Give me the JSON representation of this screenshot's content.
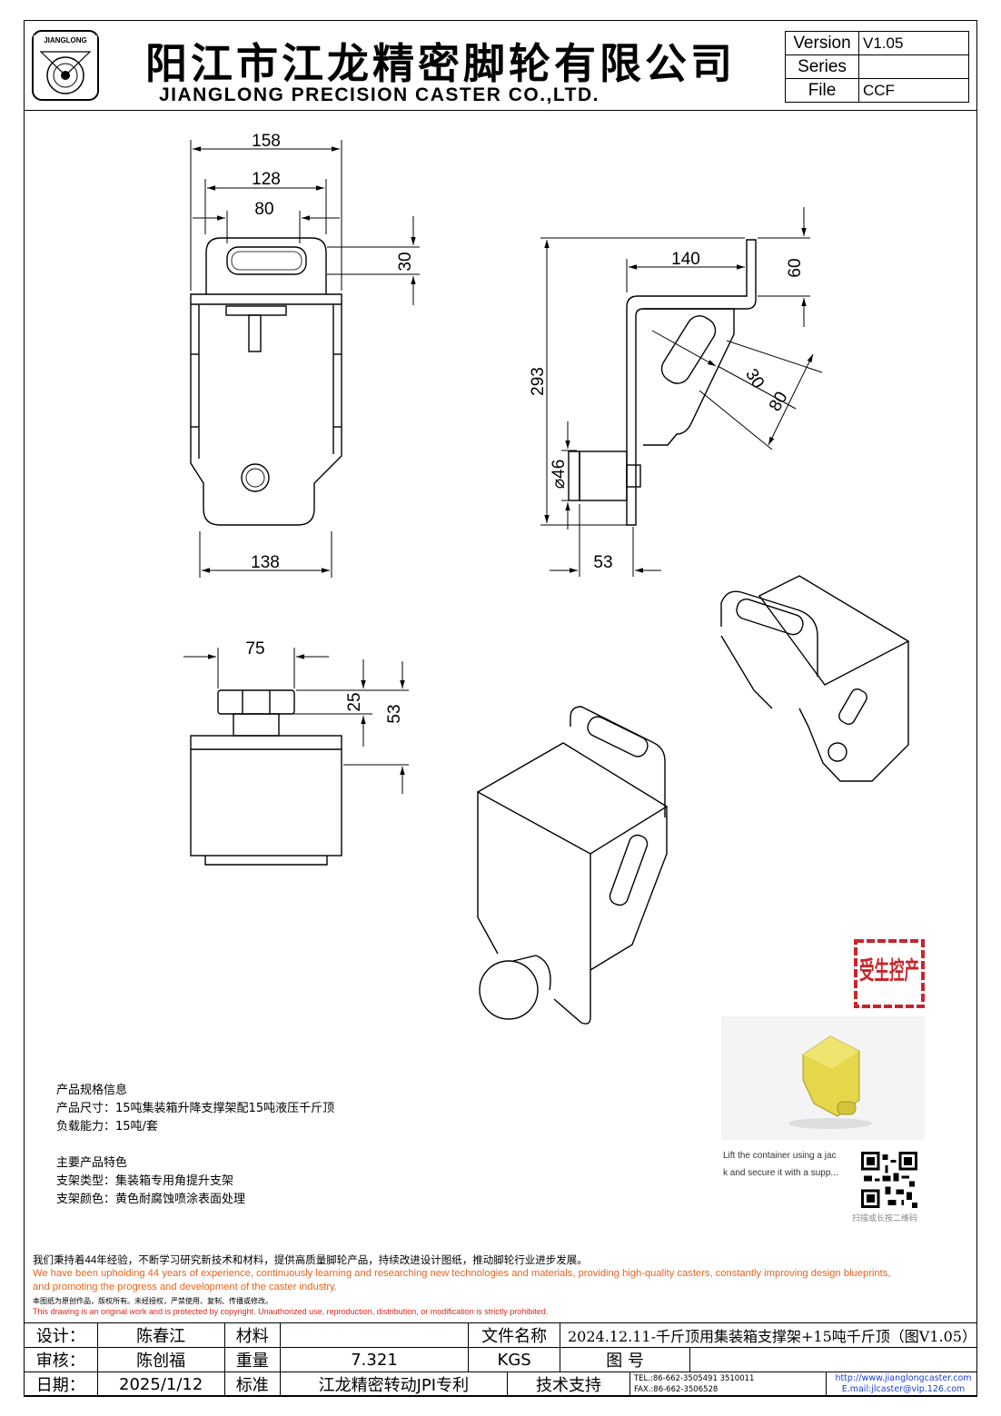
{
  "header": {
    "logo_text": "JIANGLONG",
    "company_cn": "阳江市江龙精密脚轮有限公司",
    "company_en": "JIANGLONG PRECISION CASTER CO.,LTD."
  },
  "version_table": [
    {
      "key": "Version",
      "value": "V1.05"
    },
    {
      "key": "Series",
      "value": ""
    },
    {
      "key": "File",
      "value": "CCF"
    }
  ],
  "dimensions": {
    "front_view": {
      "w158": "158",
      "w128": "128",
      "w80": "80",
      "h30": "30",
      "w138": "138"
    },
    "side_view": {
      "w140": "140",
      "h60": "60",
      "h293": "293",
      "slot30": "30",
      "slot80": "80",
      "dia46": "⌀46",
      "w53": "53"
    },
    "top_view": {
      "w75": "75",
      "h25": "25",
      "h53": "53"
    }
  },
  "specs": {
    "heading1": "产品规格信息",
    "size": "产品尺寸：15吨集装箱升降支撑架配15吨液压千斤顶",
    "load": "负载能力：15吨/套",
    "heading2": "主要产品特色",
    "type": "支架类型：集装箱专用角提升支架",
    "color": "支架颜色：黄色耐腐蚀喷涂表面处理"
  },
  "stamp": {
    "text": "受生控产"
  },
  "preview": {
    "caption_line1": "Lift the container using a jac",
    "caption_line2": "k and secure it with a supp...",
    "qr_caption": "扫描或长按二维码",
    "model_color": "#e6d64a"
  },
  "notice": {
    "cn": "我们秉持着44年经验，不断学习研究新技术和材料，提供高质量脚轮产品，持续改进设计图纸，推动脚轮行业进步发展。",
    "en1": "We have been upholding 44 years of experience, continuously learning and researching new technologies and materials, providing high-quality casters, constantly improving design blueprints,",
    "en2": "and promoting the progress and development of the caster industry.",
    "copyright_cn": "本图纸为原创作品，版权所有。未经授权，严禁使用、复制、传播或修改。",
    "copyright_en": "This drawing is an original work and is protected by copyright. Unauthorized use, reproduction, distribution, or modification is strictly prohibited."
  },
  "title_block": {
    "design_label": "设计：",
    "design_value": "陈春江",
    "material_label": "材料",
    "material_value": "",
    "filename_label": "文件名称",
    "filename_value": "2024.12.11-千斤顶用集装箱支撑架+15吨千斤顶（图V1.05）",
    "review_label": "审核：",
    "review_value": "陈创福",
    "weight_label": "重量",
    "weight_value": "7.321",
    "weight_unit": "KGS",
    "drawing_no_label": "图    号",
    "drawing_no_value": "",
    "date_label": "日期：",
    "date_value": "2025/1/12",
    "standard_label": "标准",
    "standard_value": "江龙精密转动JPI专利",
    "support_label": "技术支持",
    "tel": "TEL.:86-662-3505491  3510011",
    "fax": "FAX.:86-662-3506528",
    "website": "http://www.jianglongcaster.com",
    "email": "E.mail:jlcaster@vip.126.com"
  }
}
